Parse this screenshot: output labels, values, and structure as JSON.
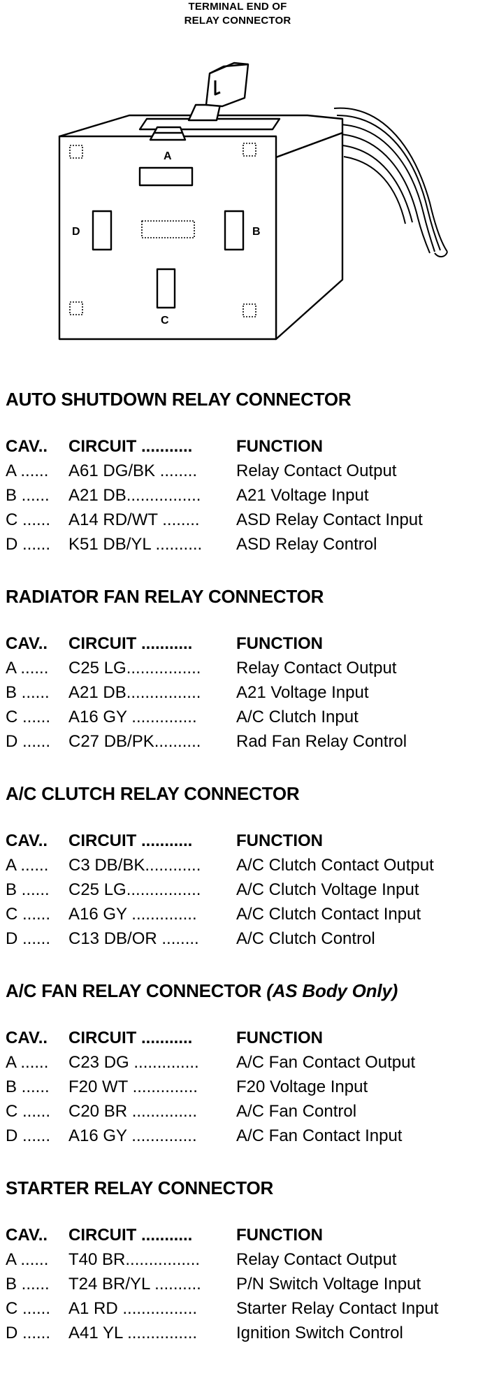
{
  "diagram": {
    "title_line1": "TERMINAL END OF",
    "title_line2": "RELAY CONNECTOR",
    "cavity_labels": {
      "a": "A",
      "b": "B",
      "c": "C",
      "d": "D"
    }
  },
  "sections": [
    {
      "title": "AUTO SHUTDOWN RELAY CONNECTOR",
      "note": "",
      "header": {
        "cav": "CAV..",
        "circuit": "CIRCUIT ...........",
        "function": "FUNCTION"
      },
      "rows": [
        {
          "cav": "A ......",
          "circuit": "A61 DG/BK ........",
          "function": "Relay Contact Output"
        },
        {
          "cav": "B ......",
          "circuit": "A21 DB................",
          "function": "A21 Voltage Input"
        },
        {
          "cav": "C ......",
          "circuit": "A14 RD/WT ........",
          "function": "ASD Relay Contact Input"
        },
        {
          "cav": "D ......",
          "circuit": "K51 DB/YL ..........",
          "function": "ASD Relay Control"
        }
      ]
    },
    {
      "title": "RADIATOR FAN RELAY CONNECTOR",
      "note": "",
      "header": {
        "cav": "CAV..",
        "circuit": "CIRCUIT ...........",
        "function": "FUNCTION"
      },
      "rows": [
        {
          "cav": "A ......",
          "circuit": "C25 LG................",
          "function": "Relay Contact Output"
        },
        {
          "cav": "B ......",
          "circuit": "A21 DB................",
          "function": "A21 Voltage Input"
        },
        {
          "cav": "C ......",
          "circuit": "A16 GY ..............",
          "function": "A/C Clutch Input"
        },
        {
          "cav": "D ......",
          "circuit": "C27 DB/PK..........",
          "function": "Rad Fan Relay Control"
        }
      ]
    },
    {
      "title": "A/C CLUTCH RELAY CONNECTOR",
      "note": "",
      "header": {
        "cav": "CAV..",
        "circuit": "CIRCUIT ...........",
        "function": "FUNCTION"
      },
      "rows": [
        {
          "cav": "A ......",
          "circuit": "C3 DB/BK............",
          "function": "A/C Clutch Contact Output"
        },
        {
          "cav": "B ......",
          "circuit": "C25 LG................",
          "function": "A/C Clutch Voltage Input"
        },
        {
          "cav": "C ......",
          "circuit": "A16 GY ..............",
          "function": "A/C Clutch Contact Input"
        },
        {
          "cav": "D ......",
          "circuit": "C13 DB/OR ........",
          "function": "A/C Clutch Control"
        }
      ]
    },
    {
      "title": "A/C FAN RELAY CONNECTOR",
      "note": "(AS Body Only)",
      "header": {
        "cav": "CAV..",
        "circuit": "CIRCUIT ...........",
        "function": "FUNCTION"
      },
      "rows": [
        {
          "cav": "A ......",
          "circuit": "C23 DG ..............",
          "function": "A/C Fan Contact Output"
        },
        {
          "cav": "B ......",
          "circuit": "F20 WT ..............",
          "function": "F20 Voltage Input"
        },
        {
          "cav": "C ......",
          "circuit": "C20 BR ..............",
          "function": "A/C Fan Control"
        },
        {
          "cav": "D ......",
          "circuit": "A16 GY ..............",
          "function": "A/C Fan Contact Input"
        }
      ]
    },
    {
      "title": "STARTER RELAY CONNECTOR",
      "note": "",
      "header": {
        "cav": "CAV..",
        "circuit": "CIRCUIT ...........",
        "function": "FUNCTION"
      },
      "rows": [
        {
          "cav": "A ......",
          "circuit": "T40 BR................",
          "function": "Relay Contact Output"
        },
        {
          "cav": "B ......",
          "circuit": "T24 BR/YL ..........",
          "function": "P/N Switch Voltage Input"
        },
        {
          "cav": "C ......",
          "circuit": "A1 RD ................",
          "function": "Starter Relay Contact Input"
        },
        {
          "cav": "D ......",
          "circuit": "A41 YL ...............",
          "function": "Ignition Switch Control"
        }
      ]
    }
  ]
}
